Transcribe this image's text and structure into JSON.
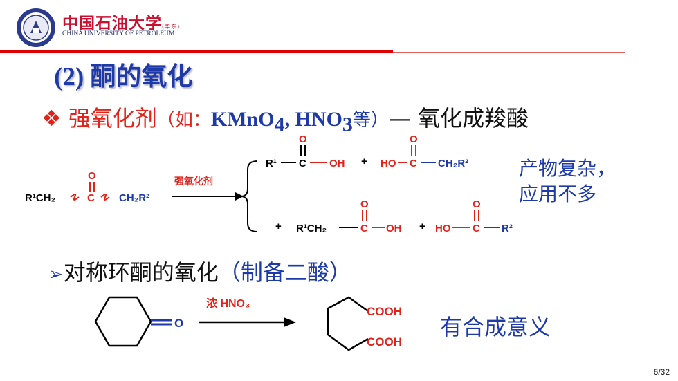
{
  "header": {
    "logo_cn": "中国石油大学",
    "logo_cn_suffix": "(华东)",
    "logo_en": "CHINA UNIVERSITY OF PETROLEUM"
  },
  "slide": {
    "title": "(2) 酮的氧化",
    "bullet_symbol": "❖",
    "bullet_red": "强氧化剂",
    "bullet_paren_open": "（如：",
    "kmno": "KMnO",
    "kmno_sub": "4",
    "comma": ", ",
    "hno": "HNO",
    "hno_sub": "3",
    "deng": "等）",
    "dash_text": "— 氧化成羧酸",
    "note_line1": "产物复杂，",
    "note_line2": "应用不多",
    "sub_bullet_arrow": "➢",
    "sub_bullet_text": "对称环酮的氧化",
    "sub_bullet_paren": "（制备二酸）",
    "meaning": "有合成意义",
    "page_number": "6/32"
  },
  "scheme1": {
    "reactant_left": "R¹CH₂",
    "reactant_c": "C",
    "reactant_o": "O",
    "reactant_right": "CH₂R²",
    "reagent": "强氧化剂",
    "p1_r": "R¹",
    "p1_c": "C",
    "p1_o": "O",
    "p1_oh": "OH",
    "plus": "+",
    "p2_ho": "HO",
    "p2_c": "C",
    "p2_o": "O",
    "p2_r": "CH₂R²",
    "p3_r": "R¹CH₂",
    "p3_c": "C",
    "p3_o": "O",
    "p3_oh": "OH",
    "p4_ho": "HO",
    "p4_c": "C",
    "p4_o": "O",
    "p4_r": "R²"
  },
  "scheme2": {
    "ketone_o": "O",
    "reagent": "浓  HNO₃",
    "cooh_top": "COOH",
    "cooh_bottom": "COOH"
  },
  "colors": {
    "title_blue": "#1d3aa8",
    "accent_red": "#e2231a",
    "logo_red": "#c8102e",
    "rule_red": "#e00000"
  },
  "icons": [
    "university-seal-icon",
    "diamond-bullet-icon",
    "arrow-bullet-icon"
  ]
}
